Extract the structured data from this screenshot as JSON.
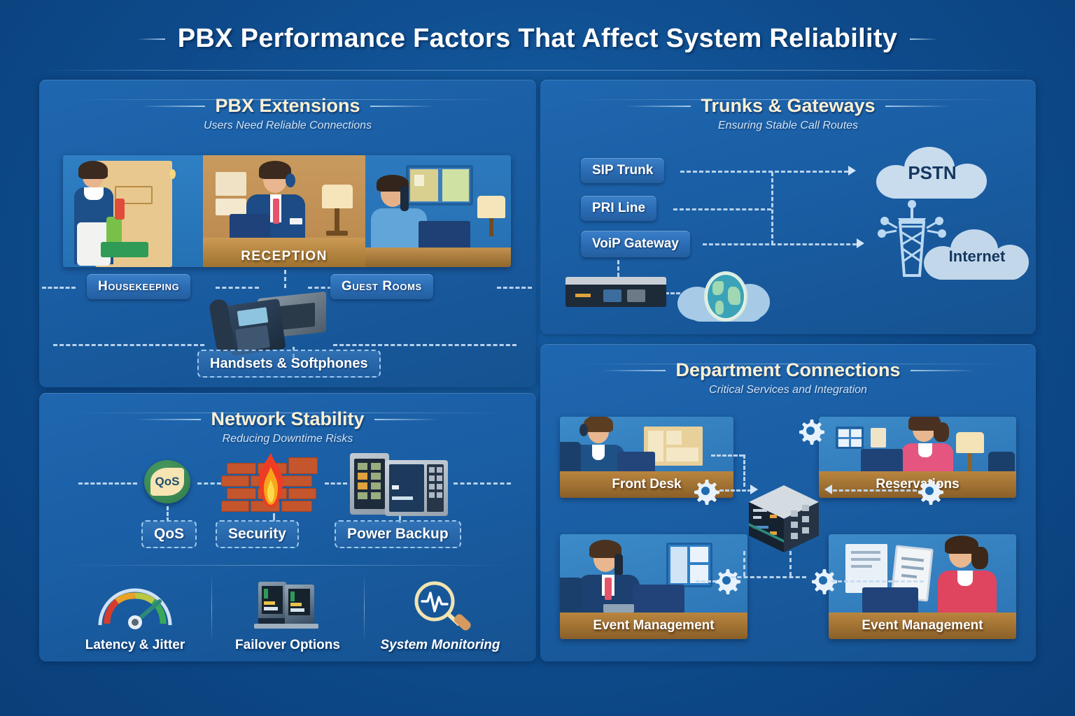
{
  "title": "PBX Performance Factors That Affect System Reliability",
  "panels": {
    "extensions": {
      "title": "PBX Extensions",
      "subtitle": "Users Need Reliable Connections",
      "scene_label": "RECEPTION",
      "chips": [
        {
          "label": "Housekeeping"
        },
        {
          "label": "Guest Rooms"
        },
        {
          "label": "Handsets & Softphones"
        }
      ]
    },
    "trunks": {
      "title": "Trunks & Gateways",
      "subtitle": "Ensuring Stable Call Routes",
      "sources": [
        {
          "label": "SIP Trunk"
        },
        {
          "label": "PRI Line"
        },
        {
          "label": "VoiP Gateway"
        }
      ],
      "destinations": [
        {
          "label": "PSTN"
        },
        {
          "label": "Internet"
        }
      ],
      "icons": {
        "gateway": "router-device-icon",
        "globe": "globe-cloud-icon",
        "tower": "cell-tower-icon"
      }
    },
    "network": {
      "title": "Network Stability",
      "subtitle": "Reducing Downtime Risks",
      "chips": [
        {
          "label": "QoS",
          "icon": "qos-badge-icon"
        },
        {
          "label": "Security",
          "icon": "firewall-flame-icon"
        },
        {
          "label": "Power Backup",
          "icon": "ups-cabinet-icon"
        }
      ],
      "metrics": [
        {
          "label": "Latency & Jitter",
          "icon": "speed-gauge-icon"
        },
        {
          "label": "Failover Options",
          "icon": "server-rack-icon"
        },
        {
          "label": "System Monitoring",
          "icon": "magnifier-pulse-icon"
        }
      ]
    },
    "departments": {
      "title": "Department Connections",
      "subtitle": "Critical Services and Integration",
      "desks": [
        {
          "label": "Front Desk"
        },
        {
          "label": "Reservations"
        },
        {
          "label": "Event Management"
        },
        {
          "label": "Event Management"
        }
      ],
      "hub_icon": "isometric-server-icon",
      "gear_icon": "gear-icon"
    }
  },
  "colors": {
    "background": "#0e4b8c",
    "panel": "#1a5ea4",
    "panel_title": "#fbf0d4",
    "subtitle": "#cfe3f8",
    "chip": "#2a6bb4",
    "dash": "#c5dcf3",
    "cloud": "#bfd6ea",
    "cloud_text": "#17375e",
    "accent_green": "#2f7a48",
    "accent_flame": "#f5861f",
    "accent_brick": "#c4552c"
  }
}
